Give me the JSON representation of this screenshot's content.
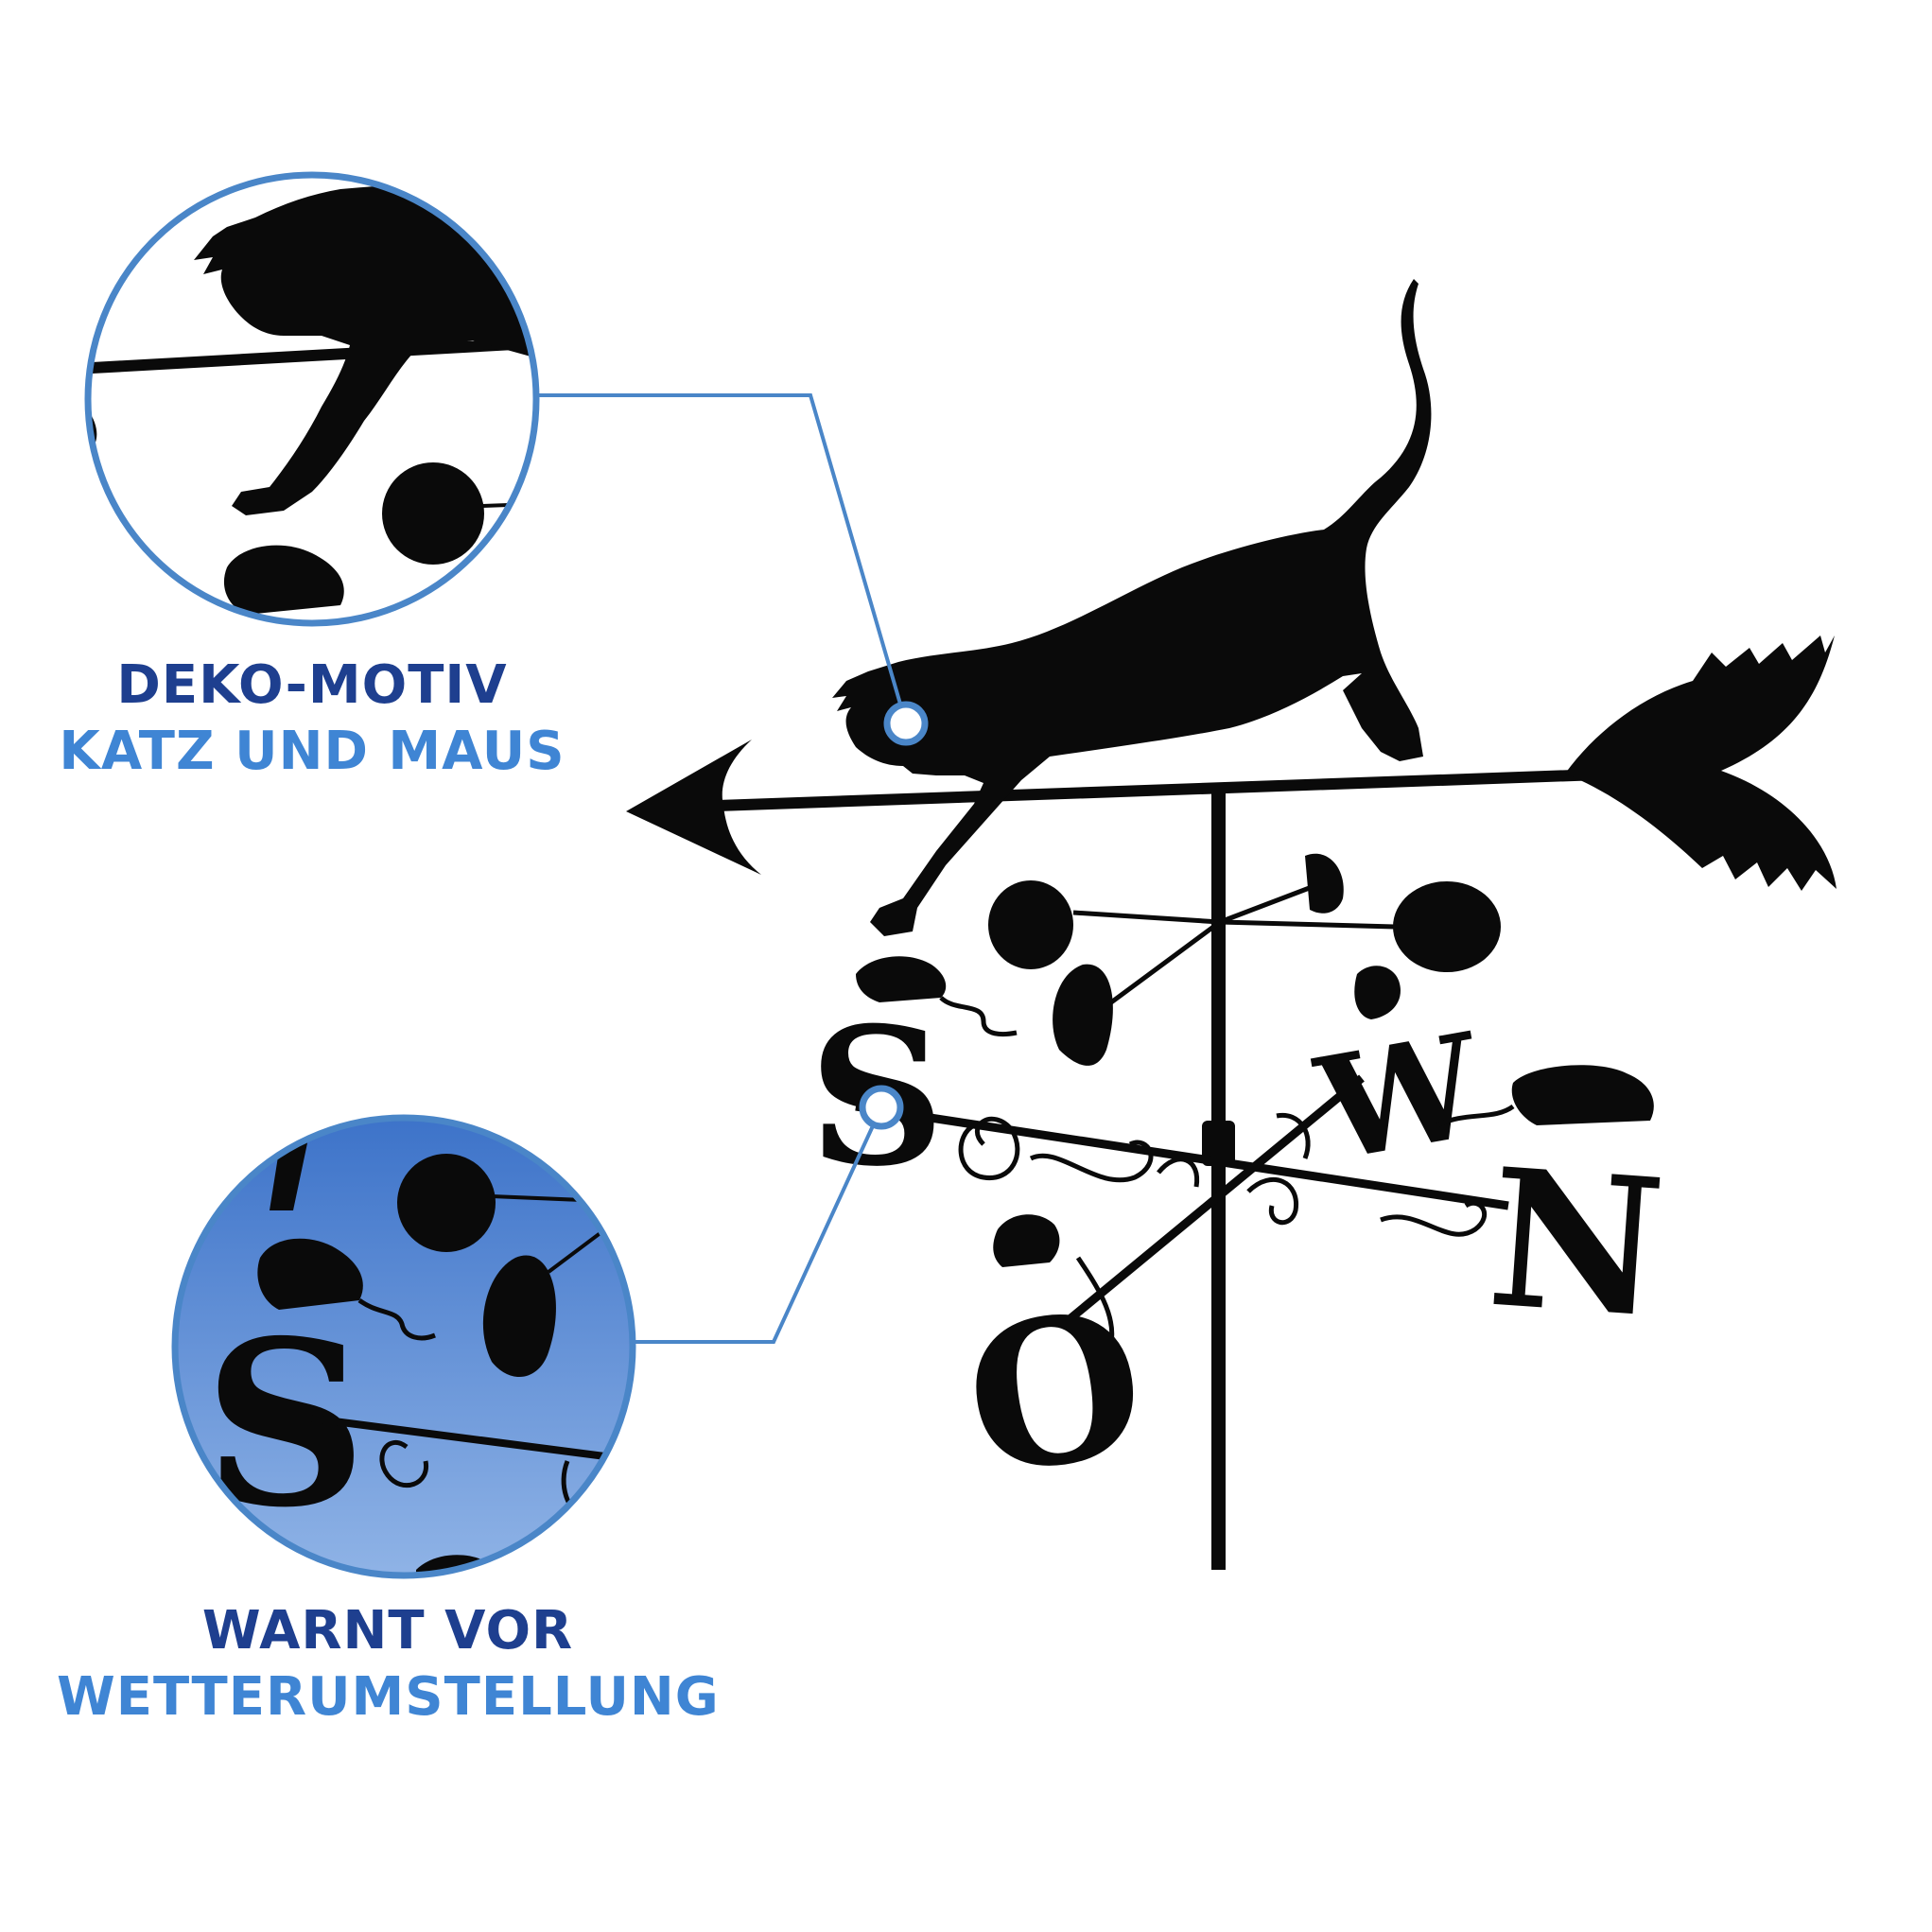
{
  "colors": {
    "accent_dark": "#1e3f8f",
    "accent_light": "#3f85d4",
    "callout_line": "#4a86c8",
    "silhouette": "#0a0a0a",
    "sky": "#4f86d6"
  },
  "captions": {
    "motif": {
      "line1": "DEKO-MOTIV",
      "line2": "KATZ UND MAUS"
    },
    "weather": {
      "line1": "WARNT VOR",
      "line2": "WETTERUMSTELLUNG"
    }
  },
  "compass": {
    "south": "S",
    "west": "W",
    "north": "N",
    "east": "O"
  }
}
